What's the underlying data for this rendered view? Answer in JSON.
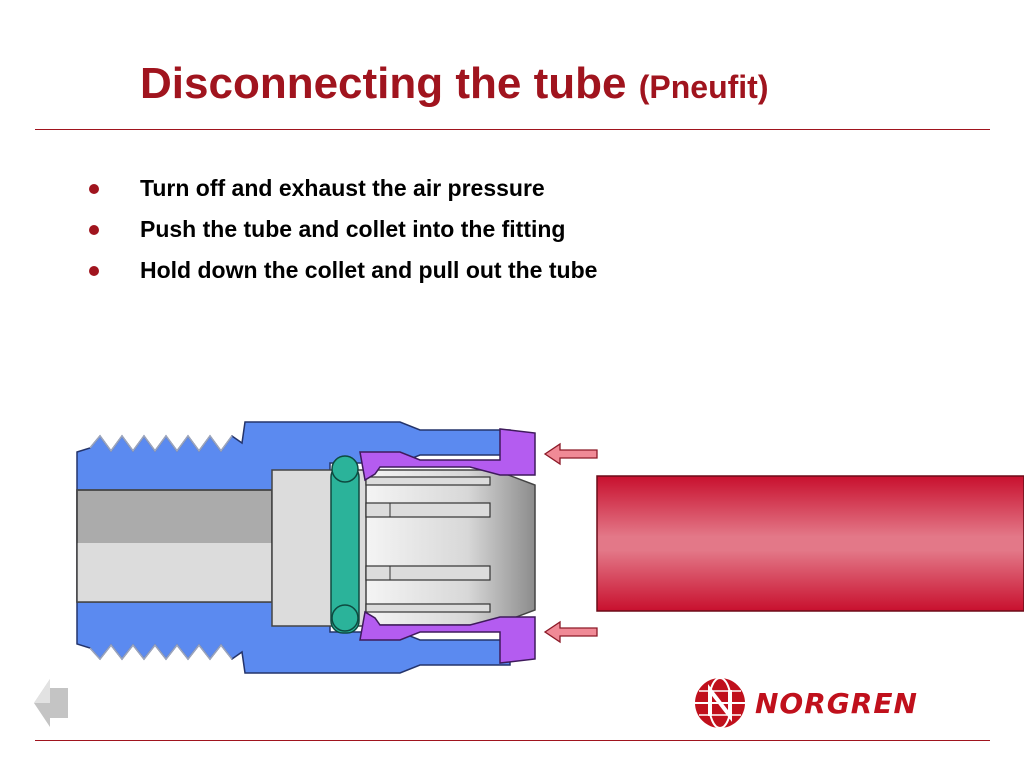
{
  "title": {
    "main": "Disconnecting the tube",
    "sub": "(Pneufit)"
  },
  "bullets": [
    "Turn off and exhaust the air pressure",
    "Push the tube and collet into the fitting",
    "Hold down the collet and pull out the tube"
  ],
  "brand": {
    "name": "NORGREN"
  },
  "icons": {
    "back": "back-arrow-icon",
    "logo": "norgren-globe-icon",
    "push": "push-arrow-icon"
  },
  "colors": {
    "title": "#a0141e",
    "fitting_body": "#5b8af0",
    "collet": "#b45cf0",
    "o_ring": "#2bb39a",
    "tube": "#d22c46"
  }
}
